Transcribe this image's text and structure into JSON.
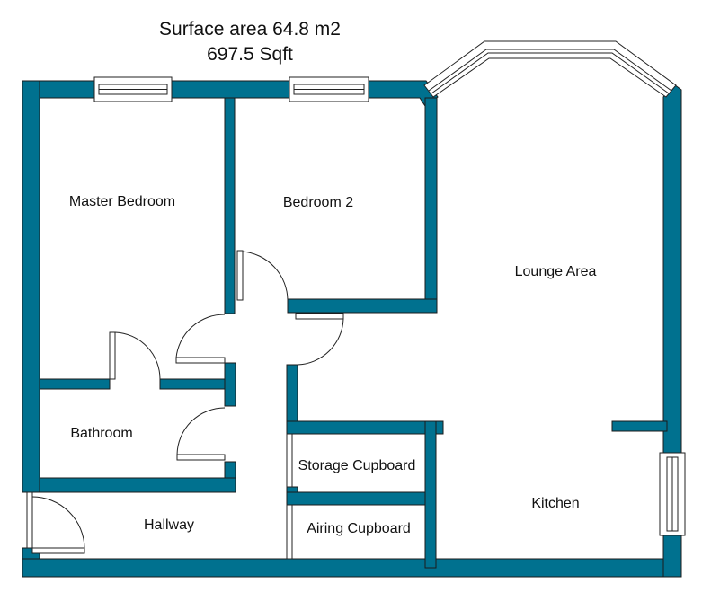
{
  "header": {
    "area_metric": "Surface area 64.8 m2",
    "area_imperial": "697.5 Sqft"
  },
  "rooms": {
    "master_bedroom": "Master Bedroom",
    "bedroom_2": "Bedroom 2",
    "lounge": "Lounge Area",
    "bathroom": "Bathroom",
    "storage": "Storage Cupboard",
    "airing": "Airing Cupboard",
    "hallway": "Hallway",
    "kitchen": "Kitchen"
  },
  "colors": {
    "wall": "#00718f",
    "outline": "#1b1b1b",
    "background": "#ffffff"
  }
}
